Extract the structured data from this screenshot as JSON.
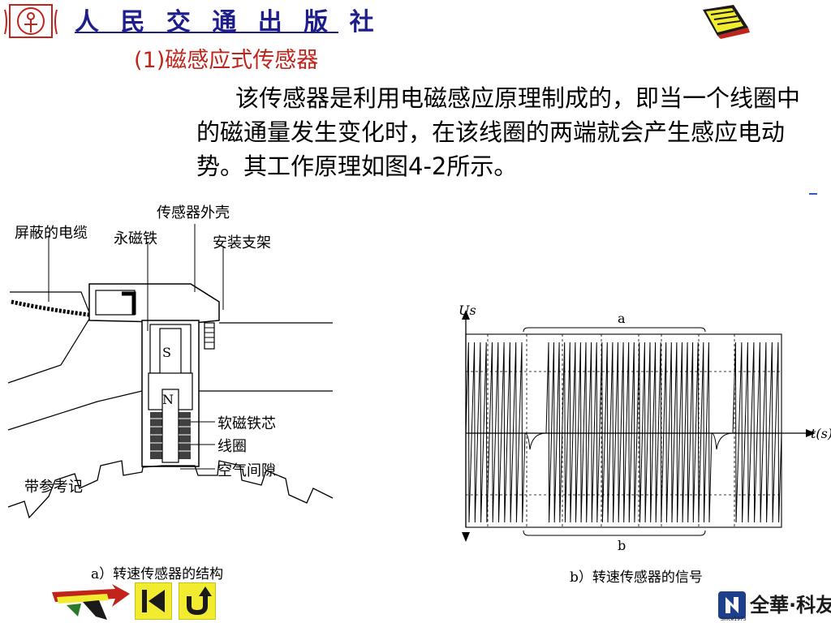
{
  "header": {
    "publisher_name": "人 民 交 通 出 版 社"
  },
  "slide": {
    "section_title": "(1)磁感应式传感器",
    "paragraph": "该传感器是利用电磁感应原理制成的，即当一个线圈中的磁通量发生变化时，在该线圈的两端就会产生感应电动势。其工作原理如图4-2所示。"
  },
  "figure_a": {
    "labels": {
      "shell": "传感器外壳",
      "cable": "屏蔽的电缆",
      "magnet": "永磁铁",
      "bracket": "安装支架",
      "south": "S",
      "north": "N",
      "core": "软磁铁芯",
      "coil": "线圈",
      "gap": "空气间隙",
      "reference": "带参考记"
    },
    "caption": "a）转速传感器的结构"
  },
  "figure_b": {
    "y_label": "Us",
    "x_label": "t(s)",
    "top_label": "a",
    "bottom_label": "b",
    "caption": "b）转速传感器的信号"
  },
  "footer": {
    "brand_text": "全華·科友",
    "brand_since": "Since1973"
  },
  "colors": {
    "publisher_blue": "#1d1d8c",
    "title_red": "#c0241b",
    "nav_yellow": "#f1ec30"
  },
  "icons": {
    "logo": "publisher-seal-icon",
    "book": "book-icon",
    "nav_prev": "skip-back-icon",
    "nav_return": "return-icon",
    "arrow": "colorful-arrow-icon",
    "brand": "quanhua-logo-icon"
  }
}
